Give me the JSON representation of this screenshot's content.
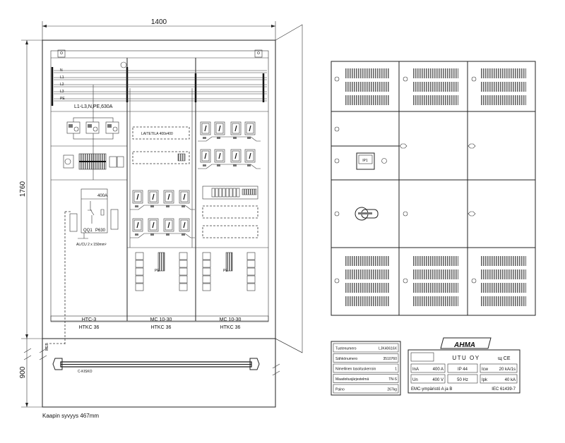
{
  "dimensions": {
    "width": "1400",
    "height_upper": "1760",
    "height_lower": "900"
  },
  "busbars": {
    "labels": [
      "N",
      "L1",
      "L2",
      "L3",
      "PE"
    ],
    "rating": "L1-L3,N,PE,630A"
  },
  "equipment": {
    "device_space": "LAITETILA    400x400",
    "main_switch_rating": "400A",
    "main_switch_id": "QQ1",
    "main_switch_type": "P630",
    "cable": "AL/CU 2 x 150mm²",
    "pe_labels": [
      "PE",
      "PE"
    ],
    "strips": [
      {
        "top": "HTC-3",
        "bottom": "HTKC 36"
      },
      {
        "top": "MC 10-30",
        "bottom": "HTKC 36"
      },
      {
        "top": "MC 10-30",
        "bottom": "HTKC 36"
      }
    ],
    "meb_label": "MEB",
    "rail_label": "C-KISKO",
    "depth_note": "Kaapin syvyys 467mm"
  },
  "front": {
    "meter_label": "IP1"
  },
  "spec_table": [
    {
      "label": "Tuotenumero",
      "value": "LJK40616X"
    },
    {
      "label": "Sähkönumero",
      "value": "3510760"
    },
    {
      "label": "Nimellinen tasoituskerroin",
      "value": "1"
    },
    {
      "label": "Maadoitusjärjestelmä",
      "value": "TN-S"
    },
    {
      "label": "Paino",
      "value": "267kg"
    }
  ],
  "nameplate": {
    "brand": "AHMA",
    "company": "UTU OY",
    "marks": "ɰ CE",
    "cells": [
      {
        "label": "InA",
        "value": "400 A"
      },
      {
        "label": "",
        "value": "IP 44"
      },
      {
        "label": "Icw",
        "value": "20 kA/1s"
      },
      {
        "label": "Un",
        "value": "400 V"
      },
      {
        "label": "",
        "value": "50 Hz"
      },
      {
        "label": "Ipk",
        "value": "40 kA"
      }
    ],
    "emc": "EMC-ympäristö  A ja B",
    "standard": "IEC 61439-7"
  }
}
